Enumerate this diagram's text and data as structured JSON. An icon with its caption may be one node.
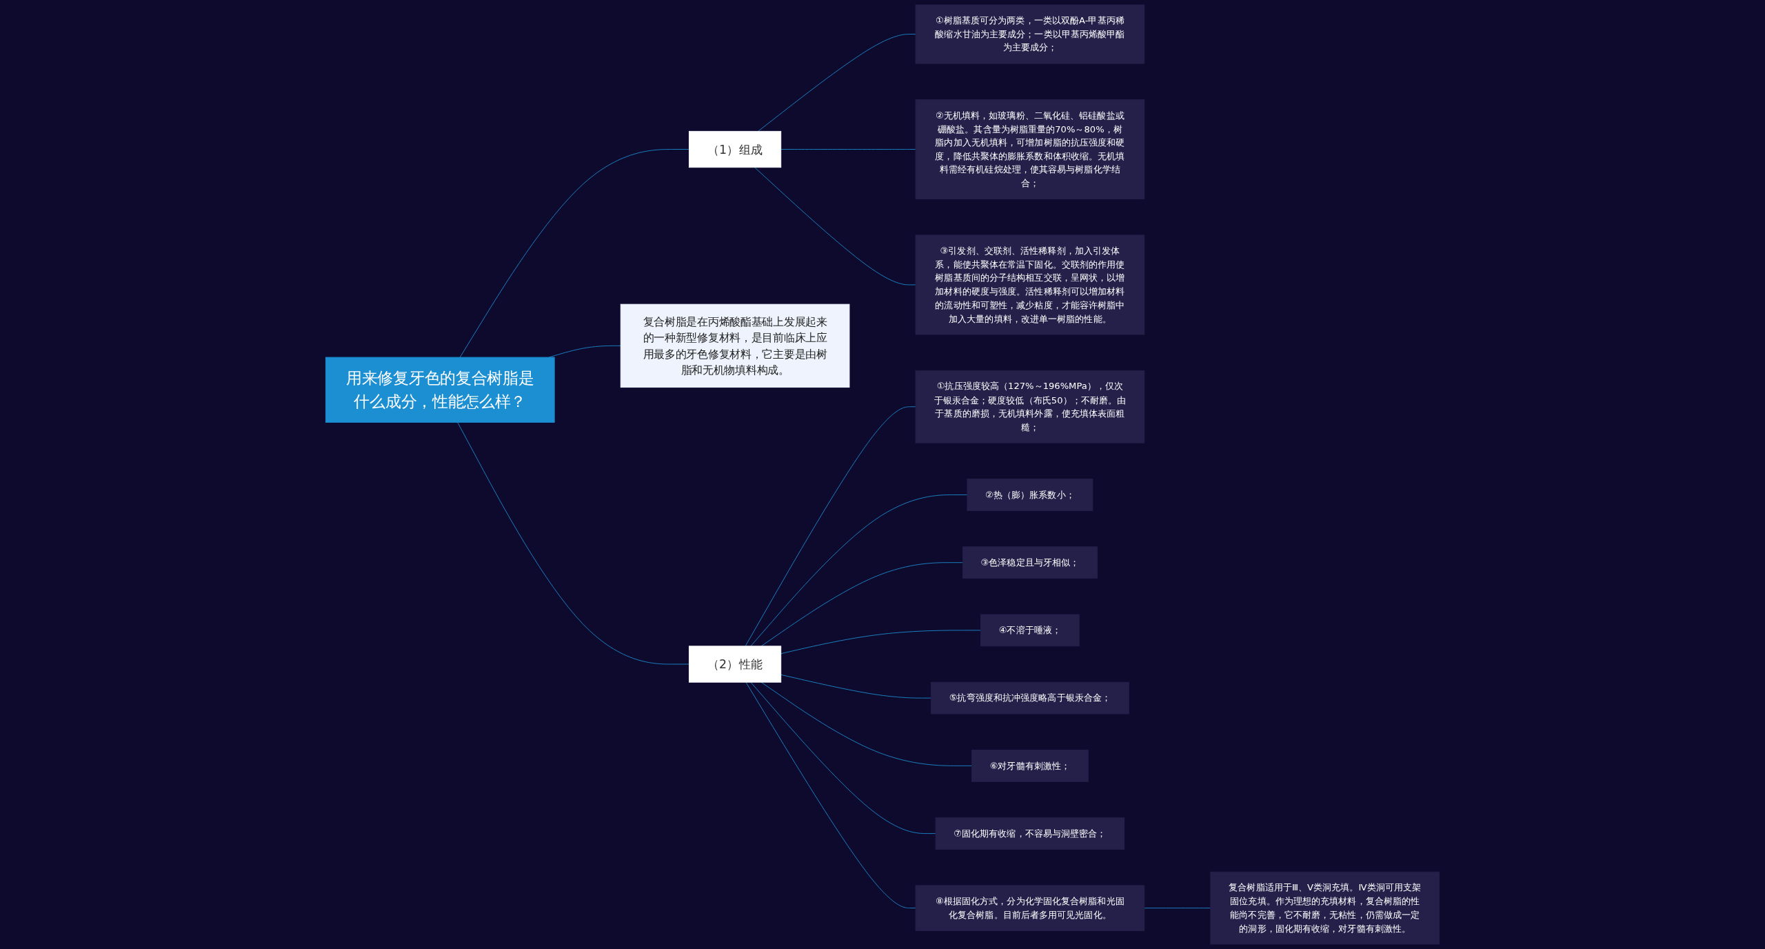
{
  "diagram": {
    "nodes": [
      {
        "text": [
          "用来修复牙色的复合树脂是什么成分，性能怎么样？"
        ]
      },
      {
        "text": [
          "（1）组成"
        ]
      },
      {
        "text": [
          "①树脂基质可分为两类，一类以双酚A-甲基丙稀酸缩水甘油为主要成分；一类以甲基丙烯酸甲酯为主要成分；"
        ]
      },
      {
        "text": [
          "②无机填料，如玻璃粉、二氧化硅、铝硅酸盐或硼酸盐。其含量为树脂重量的70%～80%，树脂内加入无机填料，可增加树脂的抗压强度和硬度，降低共聚体的膨胀系数和体积收缩。无机填料需经有机硅烷处理，使其容易与树脂化学结合；"
        ]
      },
      {
        "text": [
          "③引发剂、交联剂、活性稀释剂，加入引发体系，能使共聚体在常温下固化。交联剂的作用使树脂基质间的分子结构相互交联，呈网状，以增加材料的硬度与强度。活性稀释剂可以增加材料的流动性和可塑性，减少粘度，才能容许树脂中加入大量的填料，改进单一树脂的性能。"
        ]
      },
      {
        "text": [
          "复合树脂是在丙烯酸酯基础上发展起来的一种新型修复材料，是目前临床上应用最多的牙色修复材料，它主要是由树脂和无机物填料构成。"
        ]
      },
      {
        "text": [
          "（2）性能"
        ]
      },
      {
        "text": [
          "①抗压强度较高（127%～196%MPa），仅次于银汞合金；硬度较低（布氏50）；不耐磨。由于基质的磨损，无机填料外露，使充填体表面粗糙；"
        ]
      },
      {
        "text": [
          "②热（膨）胀系数小；"
        ]
      },
      {
        "text": [
          "③色泽稳定且与牙相似；"
        ]
      },
      {
        "text": [
          "④不溶于唾液；"
        ]
      },
      {
        "text": [
          "⑤抗弯强度和抗冲强度略高于银汞合金；"
        ]
      },
      {
        "text": [
          "⑥对牙髓有刺激性；"
        ]
      },
      {
        "text": [
          "⑦固化期有收缩，不容易与洞壁密合；"
        ]
      },
      {
        "text": [
          "⑧根据固化方式，分为化学固化复合树脂和光固化复合树脂。目前后者多用可见光固化。"
        ]
      },
      {
        "text": [
          "复合树脂适用于Ⅲ、Ⅴ类洞充填。Ⅳ类洞可用支架固位充填。作为理想的充填材料，复合树脂的性能尚不完善，它不耐磨，无粘性，仍需做成一定的洞形，固化期有收缩，对牙髓有刺激性。"
        ]
      }
    ],
    "edges": [
      {
        "from": 0,
        "to": 1,
        "arrow": "none"
      },
      {
        "from": 1,
        "to": 2,
        "arrow": "none"
      },
      {
        "from": 1,
        "to": 3,
        "arrow": "none"
      },
      {
        "from": 1,
        "to": 4,
        "arrow": "none"
      },
      {
        "from": 0,
        "to": 5,
        "arrow": "none"
      },
      {
        "from": 0,
        "to": 6,
        "arrow": "none"
      },
      {
        "from": 6,
        "to": 7,
        "arrow": "none"
      },
      {
        "from": 6,
        "to": 8,
        "arrow": "none"
      },
      {
        "from": 6,
        "to": 9,
        "arrow": "none"
      },
      {
        "from": 6,
        "to": 10,
        "arrow": "none"
      },
      {
        "from": 6,
        "to": 11,
        "arrow": "none"
      },
      {
        "from": 6,
        "to": 12,
        "arrow": "none"
      },
      {
        "from": 6,
        "to": 13,
        "arrow": "none"
      },
      {
        "from": 6,
        "to": 14,
        "arrow": "none"
      },
      {
        "from": 14,
        "to": 15,
        "arrow": "none"
      }
    ]
  }
}
